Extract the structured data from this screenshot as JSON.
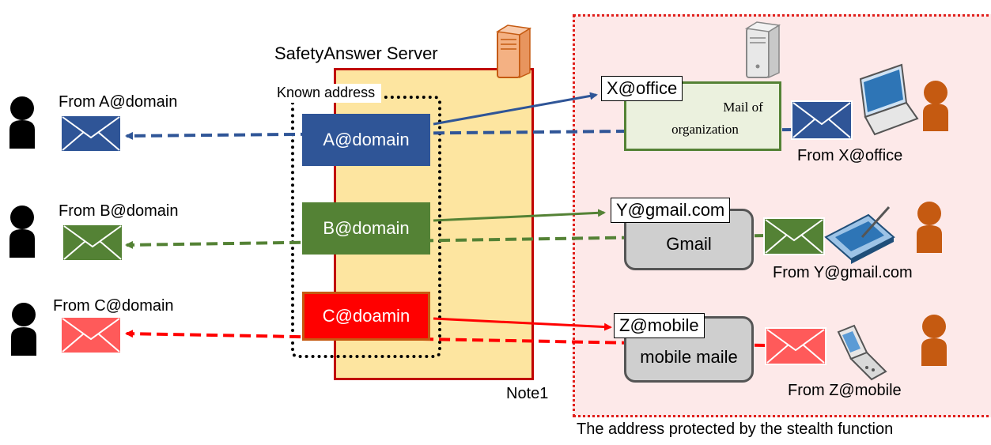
{
  "server": {
    "title": "SafetyAnswer Server",
    "known_label": "Known address"
  },
  "addresses": {
    "a": "A@domain",
    "b": "B@domain",
    "c": "C@doamin"
  },
  "senders": {
    "a": "From A@domain",
    "b": "From B@domain",
    "c": "From C@domain"
  },
  "receivers": {
    "x": {
      "tag": "X@office",
      "box_line1": "Mail of",
      "box_line2": "organization",
      "from": "From X@office"
    },
    "y": {
      "tag": "Y@gmail.com",
      "box": "Gmail",
      "from": "From Y@gmail.com"
    },
    "z": {
      "tag": "Z@mobile",
      "box": "mobile maile",
      "from": "From Z@mobile"
    }
  },
  "notes": {
    "note1": "Note1",
    "protected": "The address protected by the stealth function"
  },
  "colors": {
    "blue": "#2f5597",
    "green": "#548235",
    "red": "#ff0000",
    "pink": "#ff5a5a",
    "orange": "#c55a11"
  }
}
